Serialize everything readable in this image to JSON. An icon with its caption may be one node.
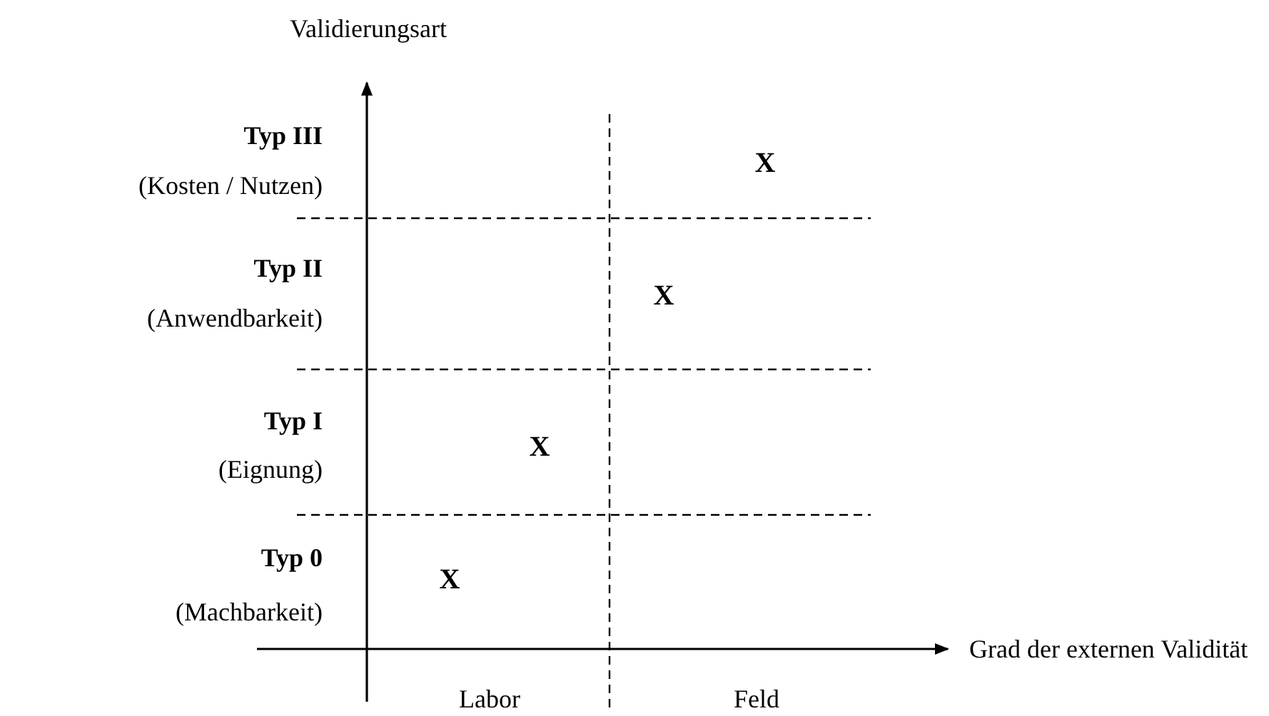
{
  "diagram": {
    "labels": [
      "Validierungsart",
      "Typ III",
      "(Kosten / Nutzen)",
      "X",
      "Typ II",
      "(Anwendbarkeit)",
      "X",
      "Typ I",
      "(Eignung)",
      "X",
      "Typ 0",
      "(Machbarkeit)",
      "X",
      "Grad der externen Validität",
      "Labor",
      "Feld"
    ]
  }
}
